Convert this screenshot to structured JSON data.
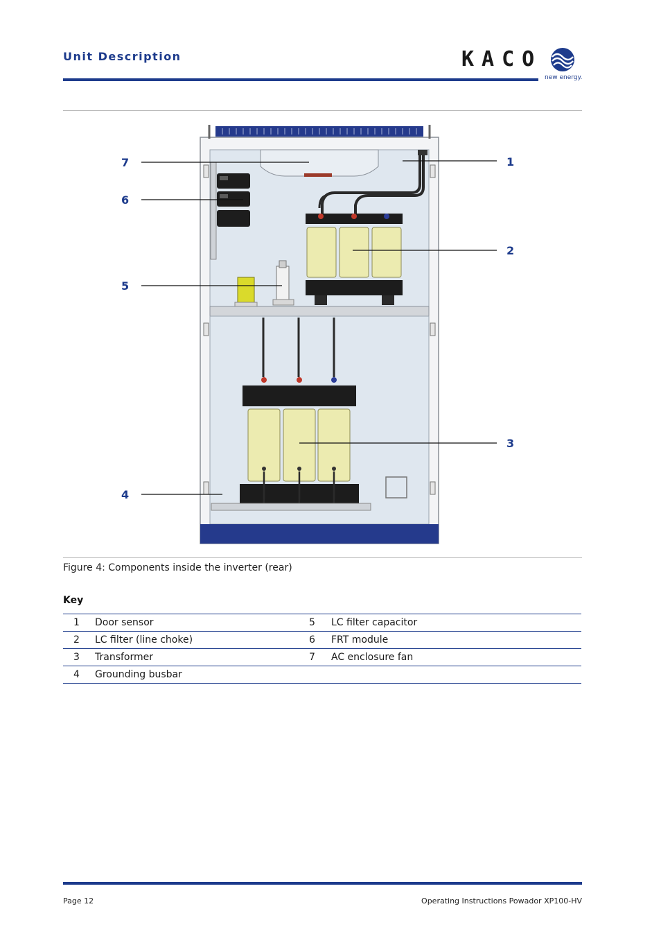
{
  "header": {
    "section_title": "Unit Description",
    "logo_text": "KACO",
    "logo_tagline": "new energy."
  },
  "figure": {
    "caption": "Figure 4:  Components inside the inverter (rear)",
    "callouts": [
      "1",
      "2",
      "3",
      "4",
      "5",
      "6",
      "7"
    ]
  },
  "key": {
    "heading": "Key",
    "rows": [
      {
        "left_num": "1",
        "left_label": "Door sensor",
        "right_num": "5",
        "right_label": "LC filter capacitor"
      },
      {
        "left_num": "2",
        "left_label": "LC filter (line choke)",
        "right_num": "6",
        "right_label": "FRT module"
      },
      {
        "left_num": "3",
        "left_label": "Transformer",
        "right_num": "7",
        "right_label": "AC enclosure fan"
      },
      {
        "left_num": "4",
        "left_label": "Grounding busbar",
        "right_num": "",
        "right_label": ""
      }
    ]
  },
  "footer": {
    "page": "Page 12",
    "document": "Operating Instructions Powador XP100-HV"
  },
  "colors": {
    "brand_blue": "#1d3b8c",
    "cabinet_panel": "#dfe7ef",
    "coil_yellow": "#ecebb0"
  }
}
